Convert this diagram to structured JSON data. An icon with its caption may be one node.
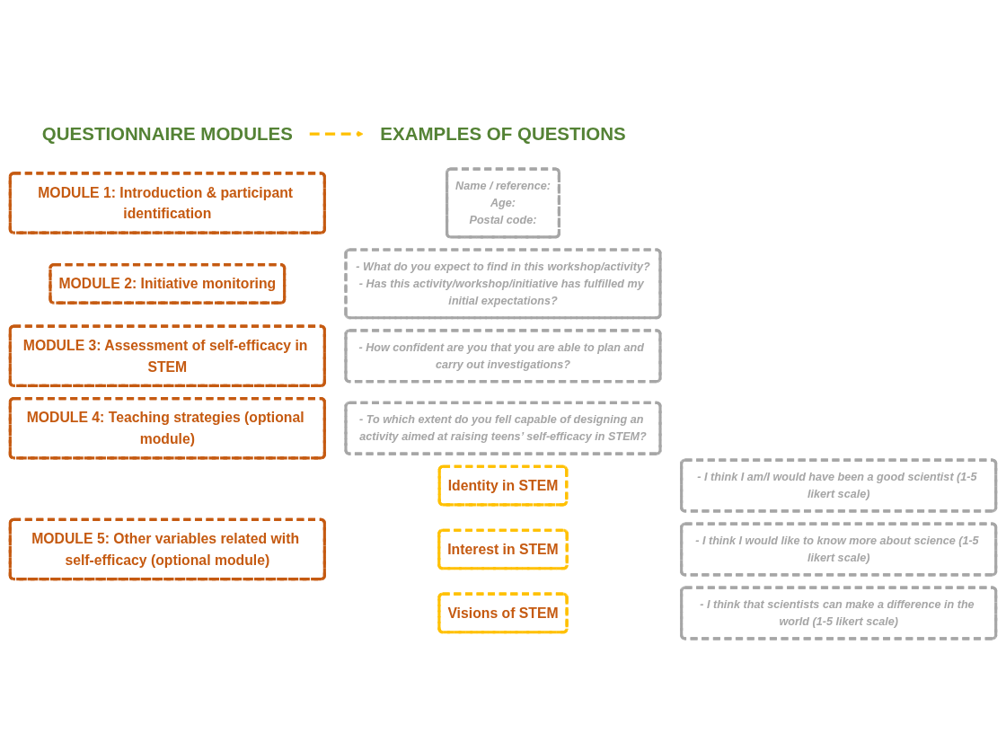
{
  "diagram": {
    "nodes": [
      {
        "text": [
          "QUESTIONNAIRE MODULES"
        ]
      },
      {
        "text": [
          "EXAMPLES OF QUESTIONS"
        ]
      },
      {
        "text": [
          "MODULE 1: Introduction & participant identification"
        ]
      },
      {
        "text": [
          "Name / reference:",
          "Age:",
          "Postal code:"
        ]
      },
      {
        "text": [
          "MODULE 2: Initiative monitoring"
        ]
      },
      {
        "text": [
          "- What do you expect to find in this workshop/activity?",
          "- Has this activity/workshop/initiative has fulfilled my initial expectations?"
        ]
      },
      {
        "text": [
          "MODULE 3: Assessment of self-efficacy in STEM"
        ]
      },
      {
        "text": [
          "- How confident are you that you are able to plan and carry out investigations?"
        ]
      },
      {
        "text": [
          "MODULE 4: Teaching strategies (optional module)"
        ]
      },
      {
        "text": [
          "- To which extent do you fell capable of designing an activity aimed at raising teens’ self-efficacy in STEM?"
        ]
      },
      {
        "text": [
          "MODULE 5: Other variables related with self-efficacy (optional module)"
        ]
      },
      {
        "text": [
          "Identity in STEM"
        ]
      },
      {
        "text": [
          "- I think I am/I would have been a good scientist (1-5 likert scale)"
        ]
      },
      {
        "text": [
          "Interest in STEM"
        ]
      },
      {
        "text": [
          "- I think I would like to know more about science (1-5 likert scale)"
        ]
      },
      {
        "text": [
          "Visions of STEM"
        ]
      },
      {
        "text": [
          "- I think that scientists can make a difference in the world (1-5 likert scale)"
        ]
      }
    ],
    "edges": [
      {
        "from": 0,
        "to": 1,
        "arrow": "to",
        "style": "dashed",
        "color": "#ffc000"
      }
    ]
  }
}
